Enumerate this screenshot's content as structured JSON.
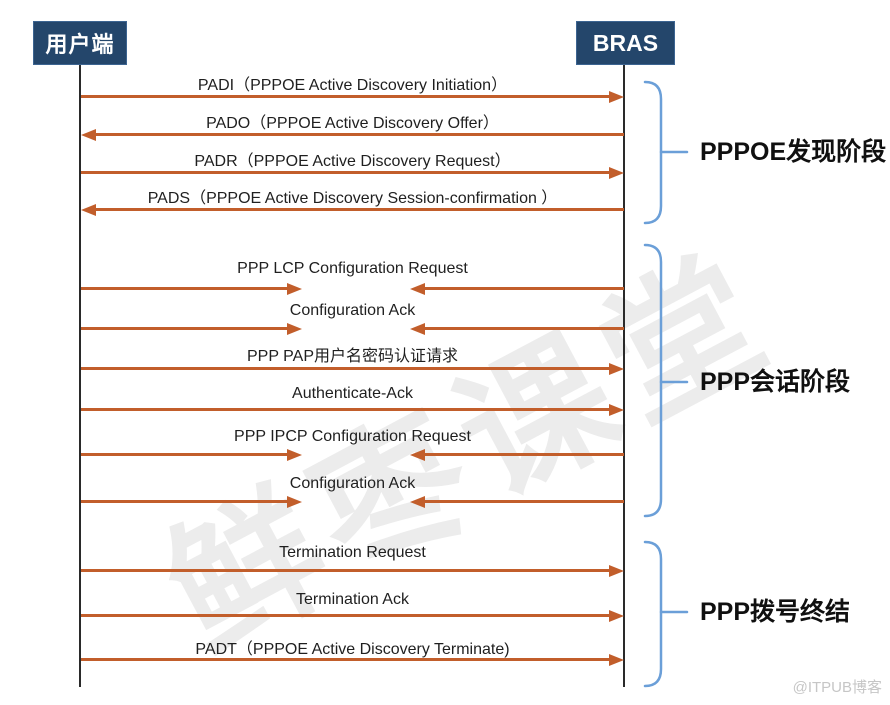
{
  "diagram": {
    "watermark": "鲜枣课堂",
    "credit": "@ITPUB博客",
    "actors": [
      {
        "id": "client",
        "label": "用户端"
      },
      {
        "id": "bras",
        "label": "BRAS"
      }
    ],
    "messages": [
      {
        "label": "PADI（PPPOE Active Discovery Initiation）",
        "from": "client",
        "to": "bras",
        "direction": "right"
      },
      {
        "label": "PADO（PPPOE Active Discovery Offer）",
        "from": "bras",
        "to": "client",
        "direction": "left"
      },
      {
        "label": "PADR（PPPOE Active Discovery Request）",
        "from": "client",
        "to": "bras",
        "direction": "right"
      },
      {
        "label": "PADS（PPPOE Active Discovery Session-confirmation ）",
        "from": "bras",
        "to": "client",
        "direction": "left"
      },
      {
        "label": "PPP LCP Configuration Request",
        "from": "both",
        "to": "both",
        "direction": "both"
      },
      {
        "label": "Configuration Ack",
        "from": "both",
        "to": "both",
        "direction": "both"
      },
      {
        "label": "PPP PAP用户名密码认证请求",
        "from": "client",
        "to": "bras",
        "direction": "right"
      },
      {
        "label": "Authenticate-Ack",
        "from": "client",
        "to": "bras",
        "direction": "right"
      },
      {
        "label": "PPP IPCP Configuration Request",
        "from": "both",
        "to": "both",
        "direction": "both"
      },
      {
        "label": "Configuration Ack",
        "from": "both",
        "to": "both",
        "direction": "both"
      },
      {
        "label": "Termination Request",
        "from": "client",
        "to": "bras",
        "direction": "right"
      },
      {
        "label": "Termination Ack",
        "from": "client",
        "to": "bras",
        "direction": "right"
      },
      {
        "label": "PADT（PPPOE Active Discovery Terminate)",
        "from": "client",
        "to": "bras",
        "direction": "right"
      }
    ],
    "phases": [
      {
        "label": "PPPOE发现阶段",
        "covers_messages": [
          1,
          4
        ]
      },
      {
        "label": "PPP会话阶段",
        "covers_messages": [
          5,
          10
        ]
      },
      {
        "label": "PPP拨号终结",
        "covers_messages": [
          11,
          13
        ]
      }
    ],
    "colors": {
      "actor_bg": "#24466b",
      "arrow": "#c25e2b",
      "brace": "#6b9fd8",
      "lifeline": "#2a2a2a",
      "watermark": "#ececec",
      "credit": "#c6c6c6"
    }
  }
}
